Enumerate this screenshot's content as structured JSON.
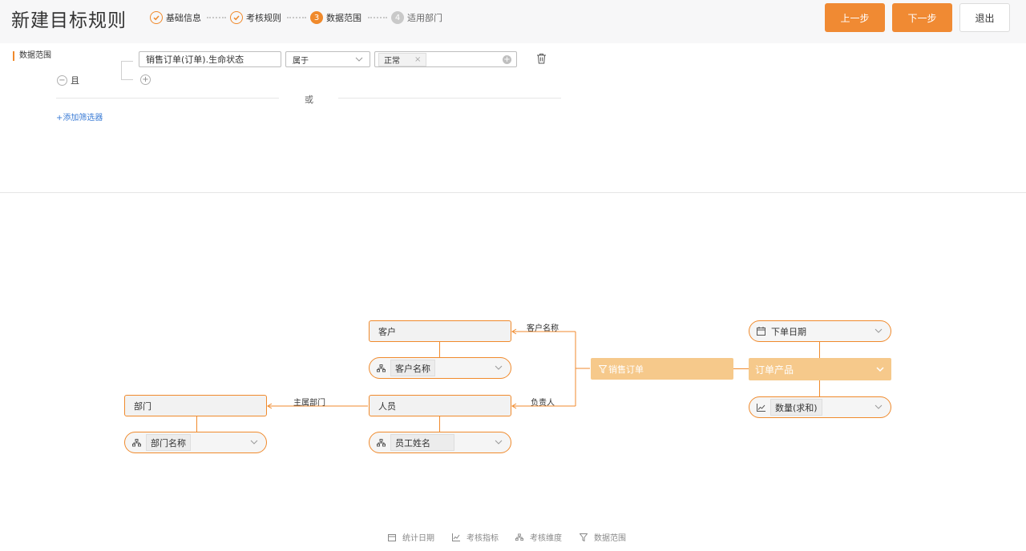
{
  "header": {
    "title": "新建目标规则",
    "steps": [
      {
        "label": "基础信息",
        "state": "done"
      },
      {
        "label": "考核规则",
        "state": "done"
      },
      {
        "label": "数据范围",
        "number": "3",
        "state": "active"
      },
      {
        "label": "适用部门",
        "number": "4",
        "state": "todo"
      }
    ],
    "buttons": {
      "prev": "上一步",
      "next": "下一步",
      "exit": "退出"
    }
  },
  "filter": {
    "section_label": "数据范围",
    "logic": "且",
    "field": "销售订单(订单).生命状态",
    "operator": "属于",
    "value_tag": "正常",
    "or_label": "或",
    "add_filter": "+添加筛选器"
  },
  "diagram": {
    "main": "销售订单",
    "customer": {
      "title": "客户",
      "field": "客户名称",
      "edge": "客户名称"
    },
    "person": {
      "title": "人员",
      "field": "员工姓名",
      "edge": "负责人"
    },
    "dept": {
      "title": "部门",
      "field": "部门名称",
      "edge": "主属部门"
    },
    "order_date": "下单日期",
    "product": "订单产品",
    "quantity": "数量(求和)"
  },
  "legend": [
    "统计日期",
    "考核指标",
    "考核维度",
    "数据范围"
  ],
  "colors": {
    "accent": "#f08a2c",
    "main_node": "#f6c98b"
  }
}
